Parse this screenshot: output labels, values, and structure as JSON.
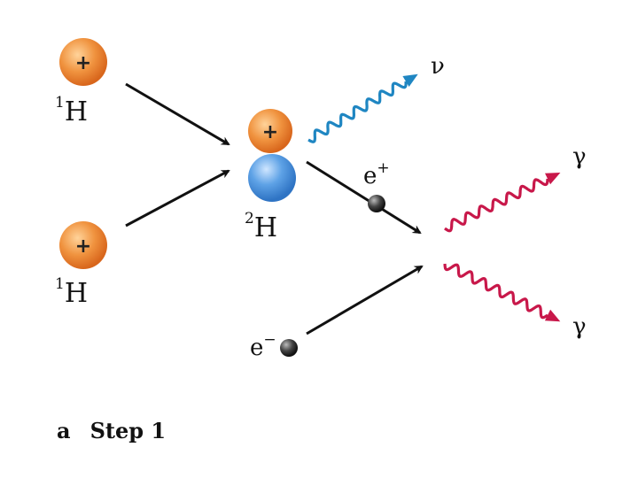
{
  "diagram": {
    "proton_symbol": "+",
    "particles": {
      "proton_1": {
        "mass": "1",
        "symbol": "H"
      },
      "proton_2": {
        "mass": "1",
        "symbol": "H"
      },
      "deuterium": {
        "mass": "2",
        "symbol": "H"
      },
      "positron": {
        "symbol": "e",
        "charge": "+"
      },
      "electron": {
        "symbol": "e",
        "charge": "−"
      },
      "neutrino": {
        "symbol": "ν"
      },
      "gamma_1": {
        "symbol": "γ"
      },
      "gamma_2": {
        "symbol": "γ"
      }
    },
    "caption": {
      "letter": "a",
      "text": "Step 1"
    }
  },
  "colors": {
    "proton": "#ee8a3a",
    "neutron": "#4a90d9",
    "neutrino_wave": "#1f86c2",
    "gamma_wave": "#c8184a",
    "electron": "#333333",
    "arrow": "#111111"
  }
}
